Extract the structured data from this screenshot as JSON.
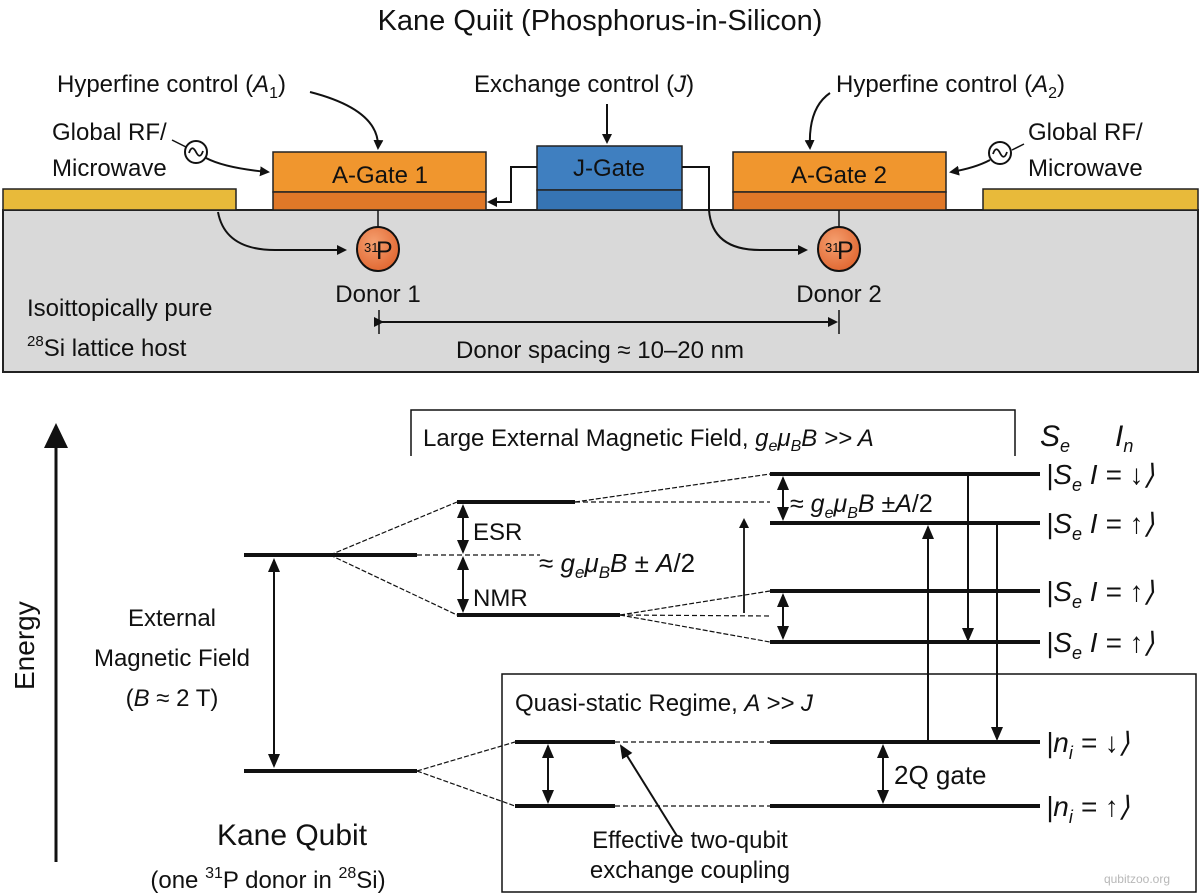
{
  "device": {
    "title": "Kane Quiit (Phosphorus-in-Silicon)",
    "hyperfine_left": {
      "text": "Hyperfine control (",
      "var": "A",
      "sub": "1",
      "close": ")"
    },
    "exchange": {
      "text": "Exchange control (",
      "var": "J",
      "close": ")"
    },
    "hyperfine_right": {
      "text": "Hyperfine control (",
      "var": "A",
      "sub": "2",
      "close": ")"
    },
    "rf_left": [
      "Global RF/",
      "Microwave"
    ],
    "rf_right": [
      "Global RF/",
      "Microwave"
    ],
    "gate_a1": "A-Gate 1",
    "gate_j": "J-Gate",
    "gate_a2": "A-Gate 2",
    "donor_iso": "31",
    "donor_sym": "P",
    "donor1": "Donor 1",
    "donor2": "Donor 2",
    "host_line1": "Isoittopically pure",
    "host_iso": "28",
    "host_line2": "Si lattice host",
    "spacing": "Donor spacing ≈ 10–20 nm",
    "colors": {
      "a_gate": "#f0962e",
      "a_gate_base": "#e07828",
      "j_gate": "#3f7fc0",
      "j_gate_base": "#3674b4",
      "metal": "#e8ba3a",
      "substrate": "#d9d9d9",
      "donor": "#e8703a"
    }
  },
  "energy": {
    "axis_label": "Energy",
    "field_label": [
      "External",
      "Magnetic Field"
    ],
    "field_value": {
      "open": "(",
      "var": "B",
      "rest": " ≈ 2 T)"
    },
    "kane_title": "Kane Qubit",
    "kane_sub": {
      "open": "(one ",
      "iso1": "31",
      "mid": "P donor in ",
      "iso2": "28",
      "close": "Si)"
    },
    "large_field_box": {
      "text": "Large External Magnetic Field, ",
      "g": "g",
      "ge": "e",
      "mu": "μ",
      "mub": "B",
      "rest": "B >> A"
    },
    "esr": "ESR",
    "nmr": "NMR",
    "split_label": "≈ gₑμ_B B ± A/2",
    "split_right_label": "≈ gₑμ_B B ±A/2",
    "col_headers": {
      "se": "S",
      "se_sub": "e",
      "in": "I",
      "in_sub": "n"
    },
    "states": [
      {
        "prefix": "|S",
        "sub": "e",
        "rest": " I = ↓⟩"
      },
      {
        "prefix": "|S",
        "sub": "e",
        "rest": " I = ↑⟩"
      },
      {
        "prefix": "|S",
        "sub": "e",
        "rest": " I = ↑⟩"
      },
      {
        "prefix": "|S",
        "sub": "e",
        "rest": " I = ↑⟩"
      }
    ],
    "quasi_box": {
      "text": "Quasi-static Regime, ",
      "rest": "A >> J"
    },
    "gate_2q": "2Q gate",
    "n_states": [
      {
        "prefix": "|n",
        "sub": "i",
        "rest": " = ↓⟩"
      },
      {
        "prefix": "|n",
        "sub": "i",
        "rest": " = ↑⟩"
      }
    ],
    "coupling_label": [
      "Effective two-qubit",
      "exchange coupling"
    ],
    "watermark": "qubitzoo.org"
  }
}
